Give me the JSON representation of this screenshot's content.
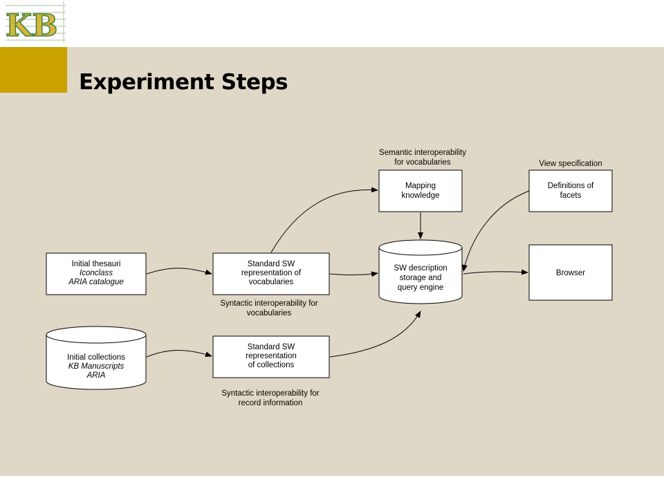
{
  "slide": {
    "title": "Experiment Steps",
    "logo_text": "KB"
  },
  "colors": {
    "background": "#e0d8c7",
    "accent_gold": "#c9a200",
    "logo_green": "#3f7f3a",
    "logo_yellow": "#d6b63a"
  },
  "diagram": {
    "nodes": {
      "initial_thesauri": {
        "line1": "Initial thesauri",
        "line2": "Iconclass",
        "line3": "ARIA catalogue"
      },
      "initial_collections": {
        "line1": "Initial collections",
        "line2": "KB Manuscripts",
        "line3": "ARIA"
      },
      "standard_sw_vocab": {
        "line1": "Standard SW",
        "line2": "representation of",
        "line3": "vocabularies"
      },
      "standard_sw_collections": {
        "line1": "Standard SW",
        "line2": "representation",
        "line3": "of collections"
      },
      "mapping_knowledge": {
        "line1": "Mapping",
        "line2": "knowledge"
      },
      "sw_description": {
        "line1": "SW description",
        "line2": "storage and",
        "line3": "query engine"
      },
      "definitions_facets": {
        "line1": "Definitions of",
        "line2": "facets"
      },
      "browser": {
        "line1": "Browser"
      }
    },
    "annotations": {
      "semantic_interop": {
        "line1": "Semantic interoperability",
        "line2": "for vocabularies"
      },
      "view_spec": {
        "line1": "View specification"
      },
      "syntactic_vocab": {
        "line1": "Syntactic interoperability for",
        "line2": "vocabularies"
      },
      "syntactic_record": {
        "line1": "Syntactic interoperability for",
        "line2": "record information"
      }
    }
  }
}
